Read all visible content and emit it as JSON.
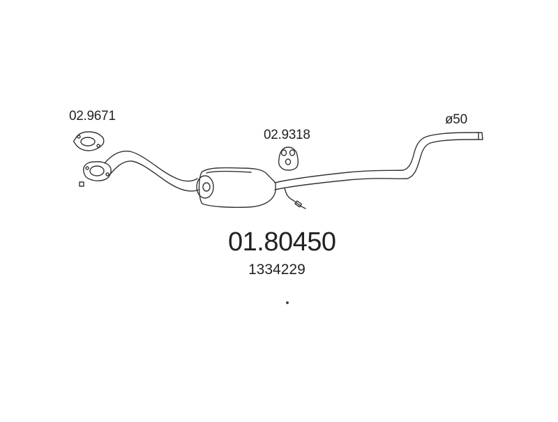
{
  "labels": {
    "gasket_part": "02.9671",
    "hanger_part": "02.9318",
    "diameter": "ø50",
    "main_part": "01.80450",
    "oem_number": "1334229"
  },
  "colors": {
    "line": "#333333",
    "background": "#ffffff"
  }
}
